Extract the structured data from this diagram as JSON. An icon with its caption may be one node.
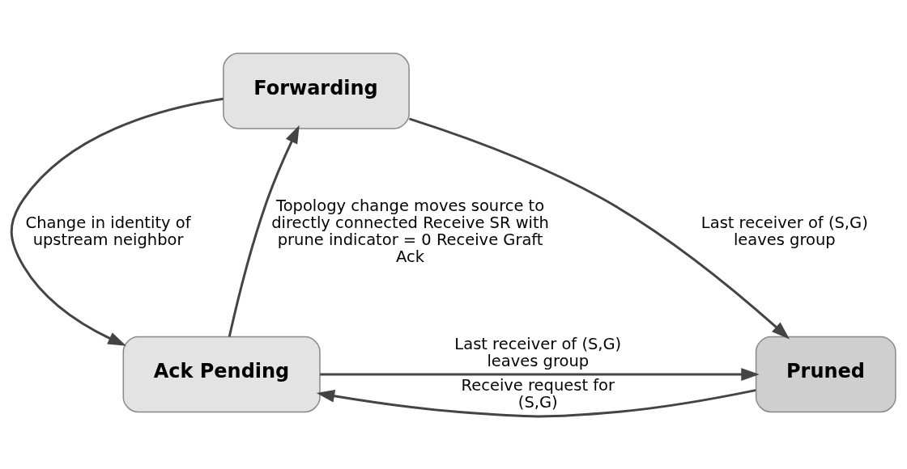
{
  "diagram": {
    "nodes": [
      {
        "text": [
          "Forwarding"
        ]
      },
      {
        "text": [
          "Ack Pending"
        ]
      },
      {
        "text": [
          "Pruned"
        ]
      }
    ],
    "edges": [
      {
        "from": 1,
        "to": 0,
        "arrow": "to",
        "label": "Topology change moves source to directly connected Receive SR with prune indicator = 0 Receive Graft Ack"
      },
      {
        "from": 0,
        "to": 1,
        "arrow": "to",
        "label": "Change in identity of upstream neighbor"
      },
      {
        "from": 0,
        "to": 2,
        "arrow": "to",
        "label": "Last receiver of (S,G) leaves group"
      },
      {
        "from": 1,
        "to": 2,
        "arrow": "to",
        "label": "Last receiver of (S,G) leaves group"
      },
      {
        "from": 2,
        "to": 1,
        "arrow": "to",
        "label": "Receive request for (S,G)"
      }
    ]
  }
}
